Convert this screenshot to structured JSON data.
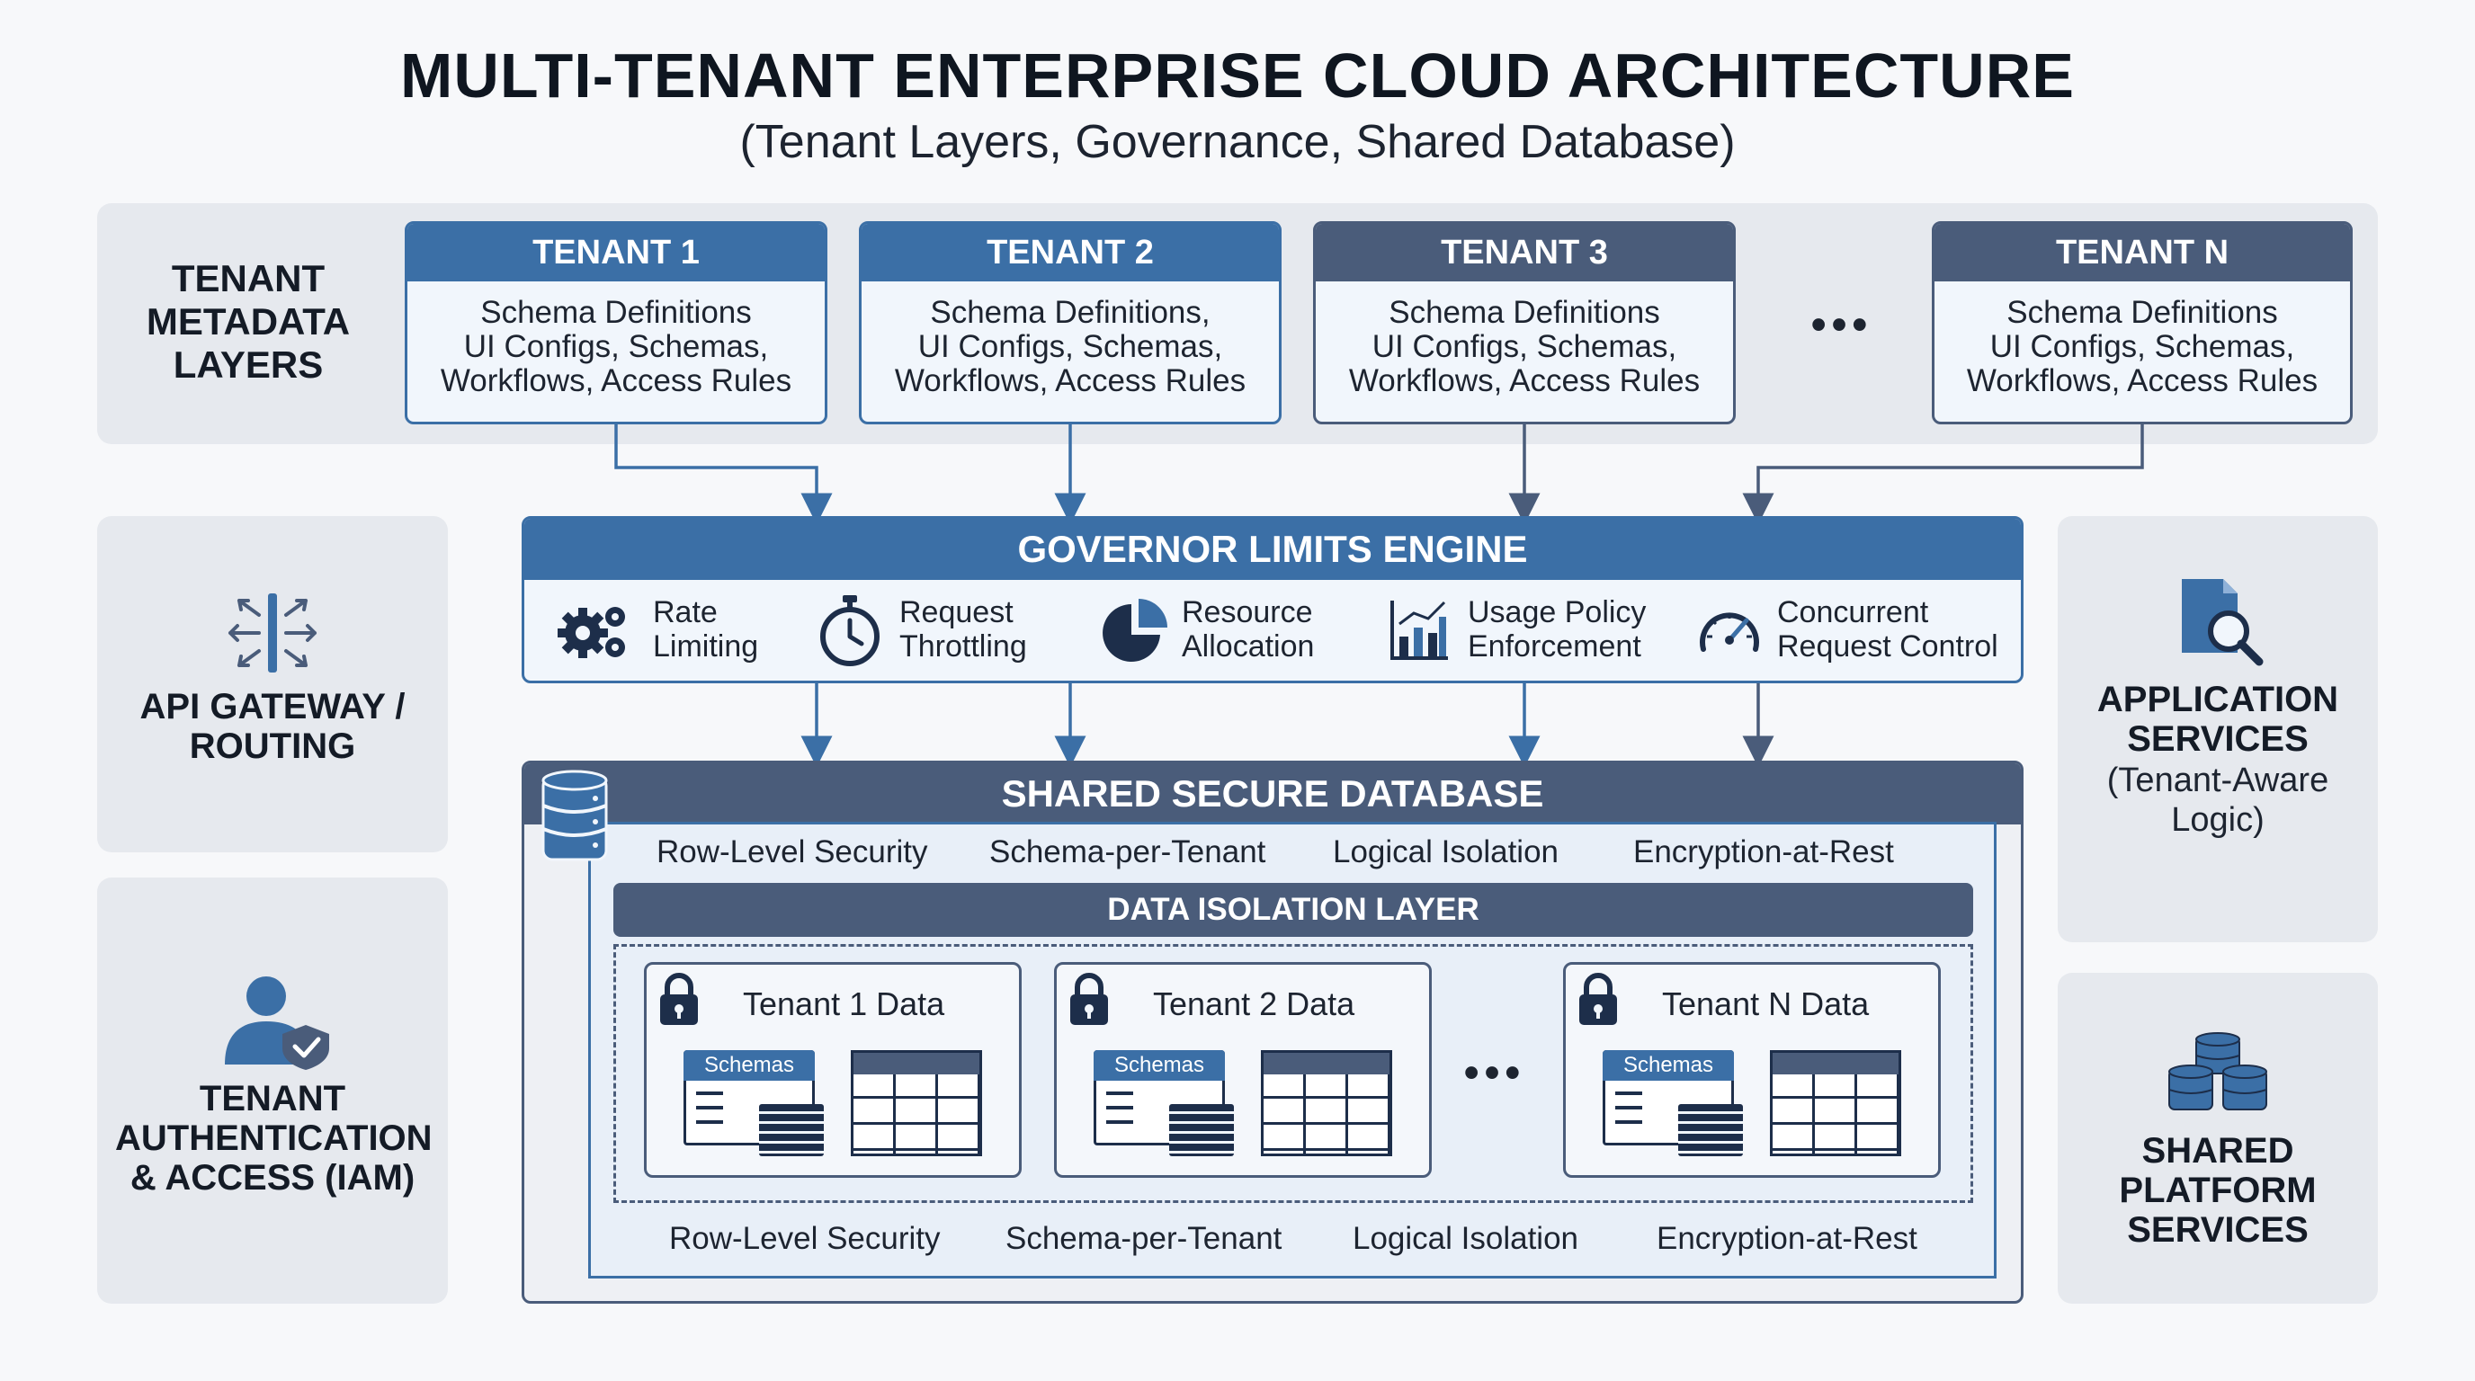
{
  "title": "MULTI-TENANT ENTERPRISE CLOUD ARCHITECTURE",
  "subtitle": "(Tenant Layers, Governance, Shared Database)",
  "metadata_layer": {
    "label": "TENANT METADATA LAYERS",
    "tenants": [
      {
        "name": "TENANT 1",
        "lines": [
          "Schema Definitions",
          "UI Configs, Schemas,",
          "Workflows, Access Rules"
        ]
      },
      {
        "name": "TENANT 2",
        "lines": [
          "Schema Definitions,",
          "UI Configs, Schemas,",
          "Workflows, Access Rules"
        ]
      },
      {
        "name": "TENANT 3",
        "lines": [
          "Schema Definitions",
          "UI Configs, Schemas,",
          "Workflows, Access Rules"
        ]
      },
      {
        "name": "TENANT N",
        "lines": [
          "Schema Definitions",
          "UI Configs, Schemas,",
          "Workflows, Access Rules"
        ]
      }
    ],
    "ellipsis": "•••"
  },
  "left_panels": {
    "api": {
      "label": "API GATEWAY / ROUTING",
      "icon": "api-routing-icon"
    },
    "iam": {
      "label": "TENANT AUTHENTICATION & ACCESS (IAM)",
      "icon": "user-shield-icon"
    }
  },
  "right_panels": {
    "app": {
      "label": "APPLICATION SERVICES",
      "sublabel": "(Tenant-Aware Logic)",
      "icon": "document-search-icon"
    },
    "platform": {
      "label": "SHARED PLATFORM SERVICES",
      "icon": "database-cluster-icon"
    }
  },
  "governor": {
    "title": "GOVERNOR LIMITS ENGINE",
    "items": [
      {
        "line1": "Rate",
        "line2": "Limiting",
        "icon": "gears-icon"
      },
      {
        "line1": "Request",
        "line2": "Throttling",
        "icon": "stopwatch-icon"
      },
      {
        "line1": "Resource",
        "line2": "Allocation",
        "icon": "pie-chart-icon"
      },
      {
        "line1": "Usage Policy",
        "line2": "Enforcement",
        "icon": "bar-chart-icon"
      },
      {
        "line1": "Concurrent",
        "line2": "Request Control",
        "icon": "gauge-icon"
      }
    ]
  },
  "database": {
    "title": "SHARED SECURE DATABASE",
    "features_top": [
      "Row-Level Security",
      "Schema-per-Tenant",
      "Logical Isolation",
      "Encryption-at-Rest"
    ],
    "isolation_title": "DATA ISOLATION LAYER",
    "tenant_data": [
      {
        "label": "Tenant 1 Data",
        "tag": "Schemas"
      },
      {
        "label": "Tenant 2 Data",
        "tag": "Schemas"
      },
      {
        "label": "Tenant N Data",
        "tag": "Schemas"
      }
    ],
    "ellipsis": "•••",
    "features_bottom": [
      "Row-Level Security",
      "Schema-per-Tenant",
      "Logical Isolation",
      "Encryption-at-Rest"
    ]
  },
  "colors": {
    "blue": "#3b6fa6",
    "slate": "#4a5c7a",
    "panel": "#e6e9ee",
    "card": "#f1f6fc"
  }
}
